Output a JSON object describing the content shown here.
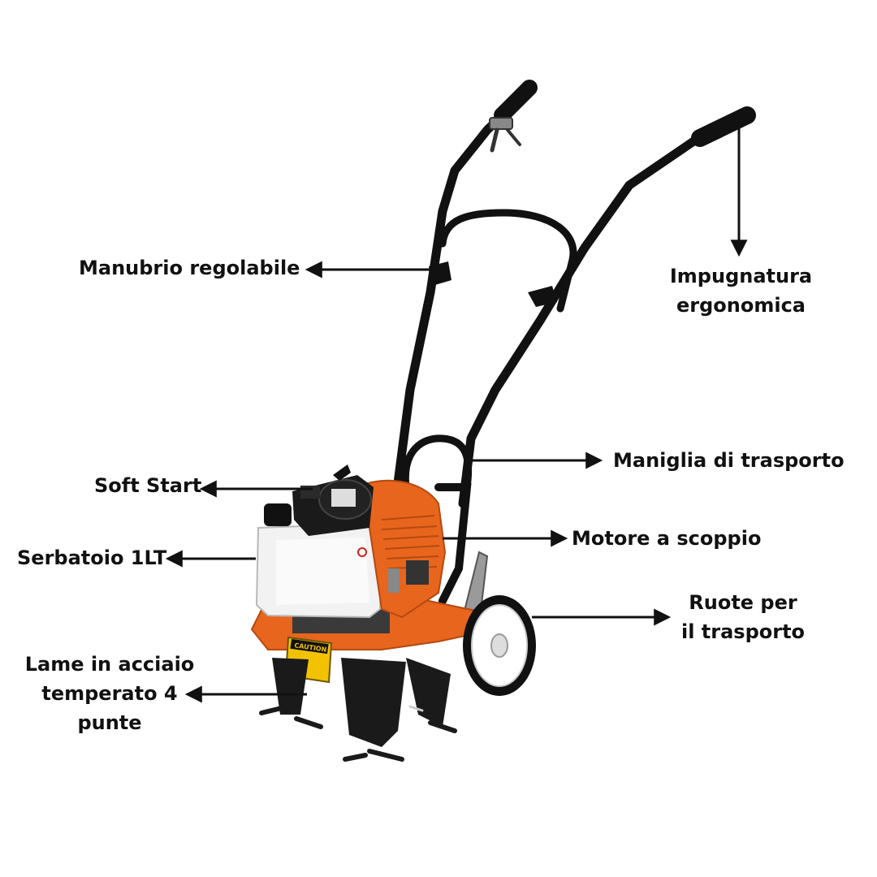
{
  "colors": {
    "background": "#ffffff",
    "text": "#111111",
    "arrow": "#111111",
    "machine_body": "#e8651e",
    "machine_frame": "#111111",
    "fuel_tank": "#f2f2f2",
    "caution_sticker": "#f2c200"
  },
  "labels": {
    "adjustable_handlebar": "Manubrio regolabile",
    "ergonomic_grip": "Impugnatura\nergonomica",
    "carry_handle": "Maniglia di trasporto",
    "soft_start": "Soft Start",
    "engine": "Motore a scoppio",
    "fuel_tank": "Serbatoio 1LT",
    "wheels": "Ruote per\nil trasporto",
    "blades": "Lame in acciaio\ntemperato 4\npunte"
  },
  "sticker": {
    "caution": "CAUTION"
  },
  "icons": {
    "arrow": "arrow-icon",
    "tiller": "tiller-machine-icon"
  }
}
